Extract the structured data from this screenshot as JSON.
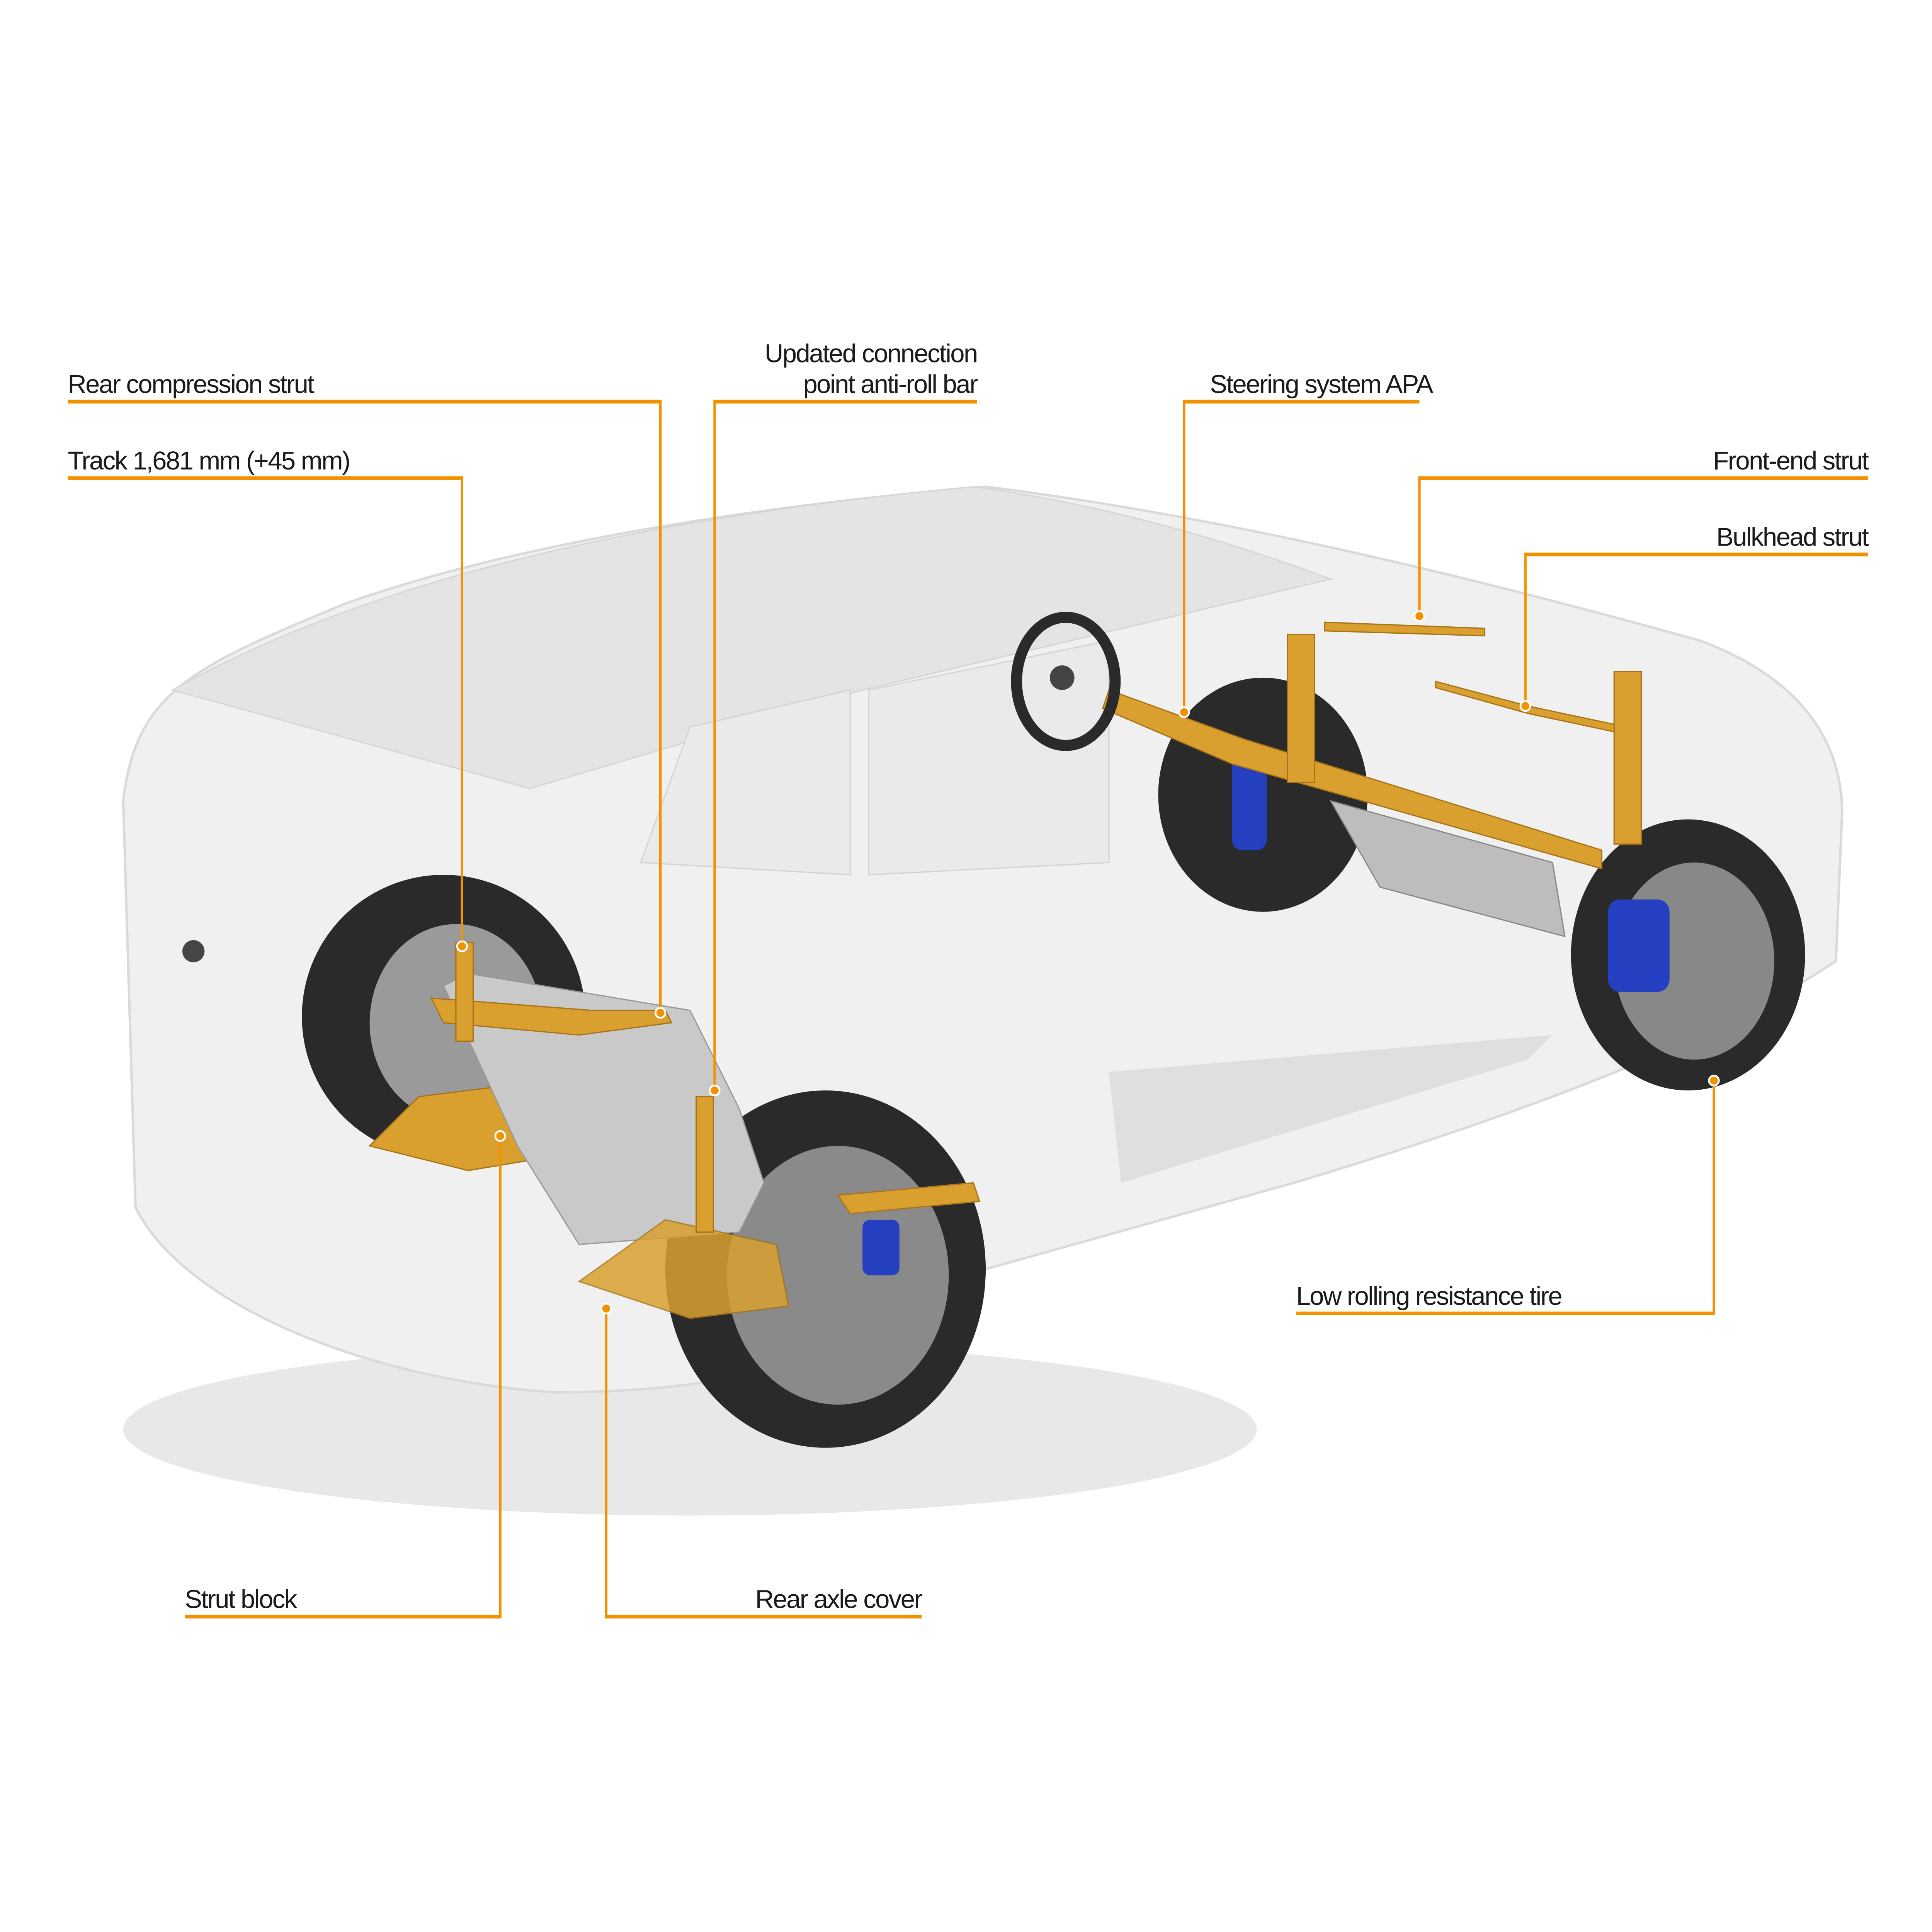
{
  "colors": {
    "accent": "#f39200",
    "body": "#d9d9d9",
    "chassis": "#d9a030",
    "brake": "#2440c0",
    "tire": "#2a2a2a"
  },
  "labels": {
    "rear_compression_strut": "Rear compression strut",
    "track": "Track 1,681 mm (+45 mm)",
    "anti_roll_line1": "Updated connection",
    "anti_roll_line2": "point anti-roll bar",
    "steering": "Steering system APA",
    "front_end_strut": "Front-end strut",
    "bulkhead_strut": "Bulkhead strut",
    "tire": "Low rolling resistance tire",
    "strut_block": "Strut block",
    "rear_axle_cover": "Rear axle cover"
  }
}
